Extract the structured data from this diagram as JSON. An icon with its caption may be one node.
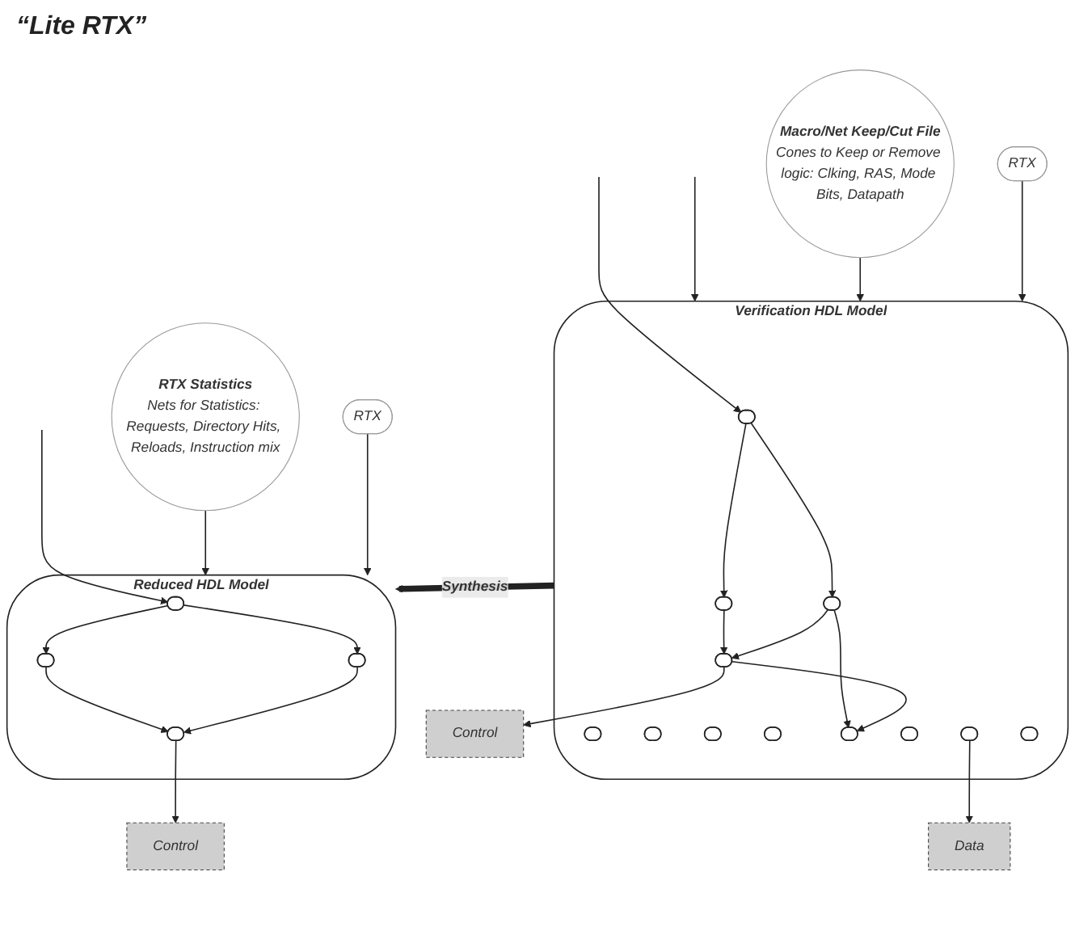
{
  "diagram": {
    "nodes": [
      {
        "text": [
          "Verification HDL Model"
        ]
      },
      {
        "text": [],
        "shape": "ellipse",
        "in": 0
      },
      {
        "text": [],
        "shape": "ellipse",
        "in": 0
      },
      {
        "text": [],
        "shape": "ellipse",
        "in": 0
      },
      {
        "text": [],
        "shape": "ellipse",
        "in": 0
      },
      {
        "text": [],
        "shape": "ellipse",
        "in": 0
      },
      {
        "text": [],
        "shape": "ellipse",
        "in": 0
      },
      {
        "text": [],
        "shape": "ellipse",
        "in": 0
      },
      {
        "text": [],
        "shape": "ellipse",
        "in": 0
      },
      {
        "text": [],
        "shape": "ellipse",
        "in": 0
      },
      {
        "text": [],
        "shape": "ellipse",
        "in": 0
      },
      {
        "text": [],
        "shape": "ellipse",
        "in": 0
      },
      {
        "text": [],
        "shape": "ellipse",
        "in": 0
      },
      {
        "text": [
          "Control"
        ]
      },
      {
        "text": [
          "Data"
        ]
      },
      {
        "text": [
          "Macro/Net Keep/Cut File",
          "Cones to Keep or Remove logic: Clking, RAS, Mode Bits, Datapath"
        ]
      },
      {
        "text": [
          "RTX"
        ]
      },
      {
        "text": [
          "Reduced HDL Model"
        ]
      },
      {
        "text": [],
        "shape": "ellipse",
        "in": 17
      },
      {
        "text": [],
        "shape": "ellipse",
        "in": 17
      },
      {
        "text": [],
        "shape": "ellipse",
        "in": 17
      },
      {
        "text": [],
        "shape": "ellipse",
        "in": 17
      },
      {
        "text": [
          "Control"
        ]
      },
      {
        "text": [
          "RTX Statistics",
          "Nets for Statistics: Requests, Directory Hits, Reloads, Instruction mix"
        ]
      },
      {
        "text": [
          "RTX"
        ]
      }
    ],
    "labels": [
      "“Lite RTX”"
    ],
    "edges": [
      {
        "from": null,
        "to": 1,
        "arrow": "to"
      },
      {
        "from": null,
        "to": 0,
        "arrow": "to"
      },
      {
        "from": 1,
        "to": 2,
        "arrow": "to"
      },
      {
        "from": 1,
        "to": 3,
        "arrow": "to"
      },
      {
        "from": 2,
        "to": 4,
        "arrow": "to"
      },
      {
        "from": 3,
        "to": 4,
        "arrow": "to"
      },
      {
        "from": 3,
        "to": 9,
        "arrow": "to"
      },
      {
        "from": 4,
        "to": 9,
        "arrow": "to"
      },
      {
        "from": 4,
        "to": 13,
        "arrow": "to"
      },
      {
        "from": 11,
        "to": 14,
        "arrow": "to"
      },
      {
        "from": 15,
        "to": 0,
        "arrow": "to"
      },
      {
        "from": 16,
        "to": 0,
        "arrow": "to"
      },
      {
        "from": 0,
        "to": 17,
        "arrow": "to",
        "label": "Synthesis",
        "style": "thick"
      },
      {
        "from": null,
        "to": 18,
        "arrow": "to"
      },
      {
        "from": 18,
        "to": 19,
        "arrow": "to"
      },
      {
        "from": 18,
        "to": 20,
        "arrow": "to"
      },
      {
        "from": 19,
        "to": 21,
        "arrow": "to"
      },
      {
        "from": 20,
        "to": 21,
        "arrow": "to"
      },
      {
        "from": 21,
        "to": 22,
        "arrow": "to"
      },
      {
        "from": 23,
        "to": 17,
        "arrow": "to"
      },
      {
        "from": 24,
        "to": 17,
        "arrow": "to"
      }
    ]
  }
}
